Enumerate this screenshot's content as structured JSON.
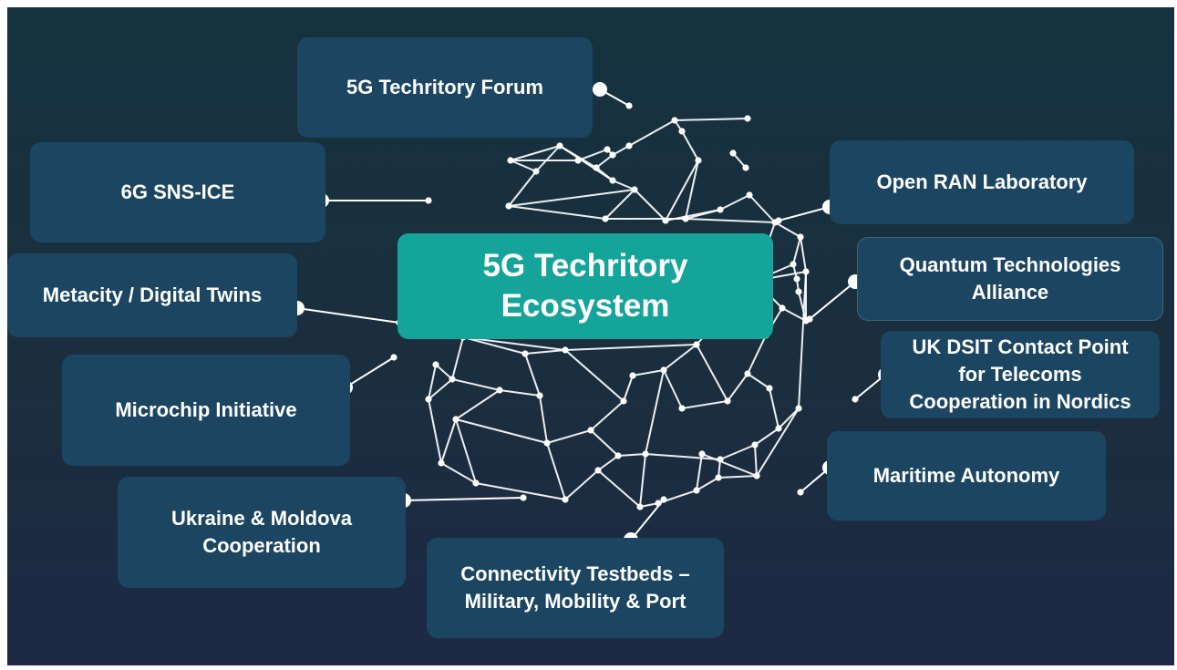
{
  "colors": {
    "background_top": "#15323f",
    "background_bottom": "#1e2945",
    "node_fill": "#1b4561",
    "center_fill": "#14a49a",
    "text": "#ffffff",
    "network_lines": "#ffffff"
  },
  "center": {
    "title": "5G Techritory\nEcosystem"
  },
  "nodes": [
    {
      "id": "forum",
      "label": "5G Techritory Forum"
    },
    {
      "id": "sns-ice",
      "label": "6G SNS-ICE"
    },
    {
      "id": "metacity",
      "label": "Metacity / Digital Twins"
    },
    {
      "id": "microchip",
      "label": "Microchip Initiative"
    },
    {
      "id": "ukraine-moldova",
      "label": "Ukraine & Moldova\nCooperation"
    },
    {
      "id": "testbeds",
      "label": "Connectivity Testbeds –\nMilitary, Mobility & Port"
    },
    {
      "id": "maritime",
      "label": "Maritime Autonomy"
    },
    {
      "id": "uk-dsit",
      "label": "UK DSIT Contact Point\nfor Telecoms\nCooperation in Nordics"
    },
    {
      "id": "quantum",
      "label": "Quantum Technologies\nAlliance"
    },
    {
      "id": "open-ran",
      "label": "Open RAN Laboratory"
    }
  ]
}
